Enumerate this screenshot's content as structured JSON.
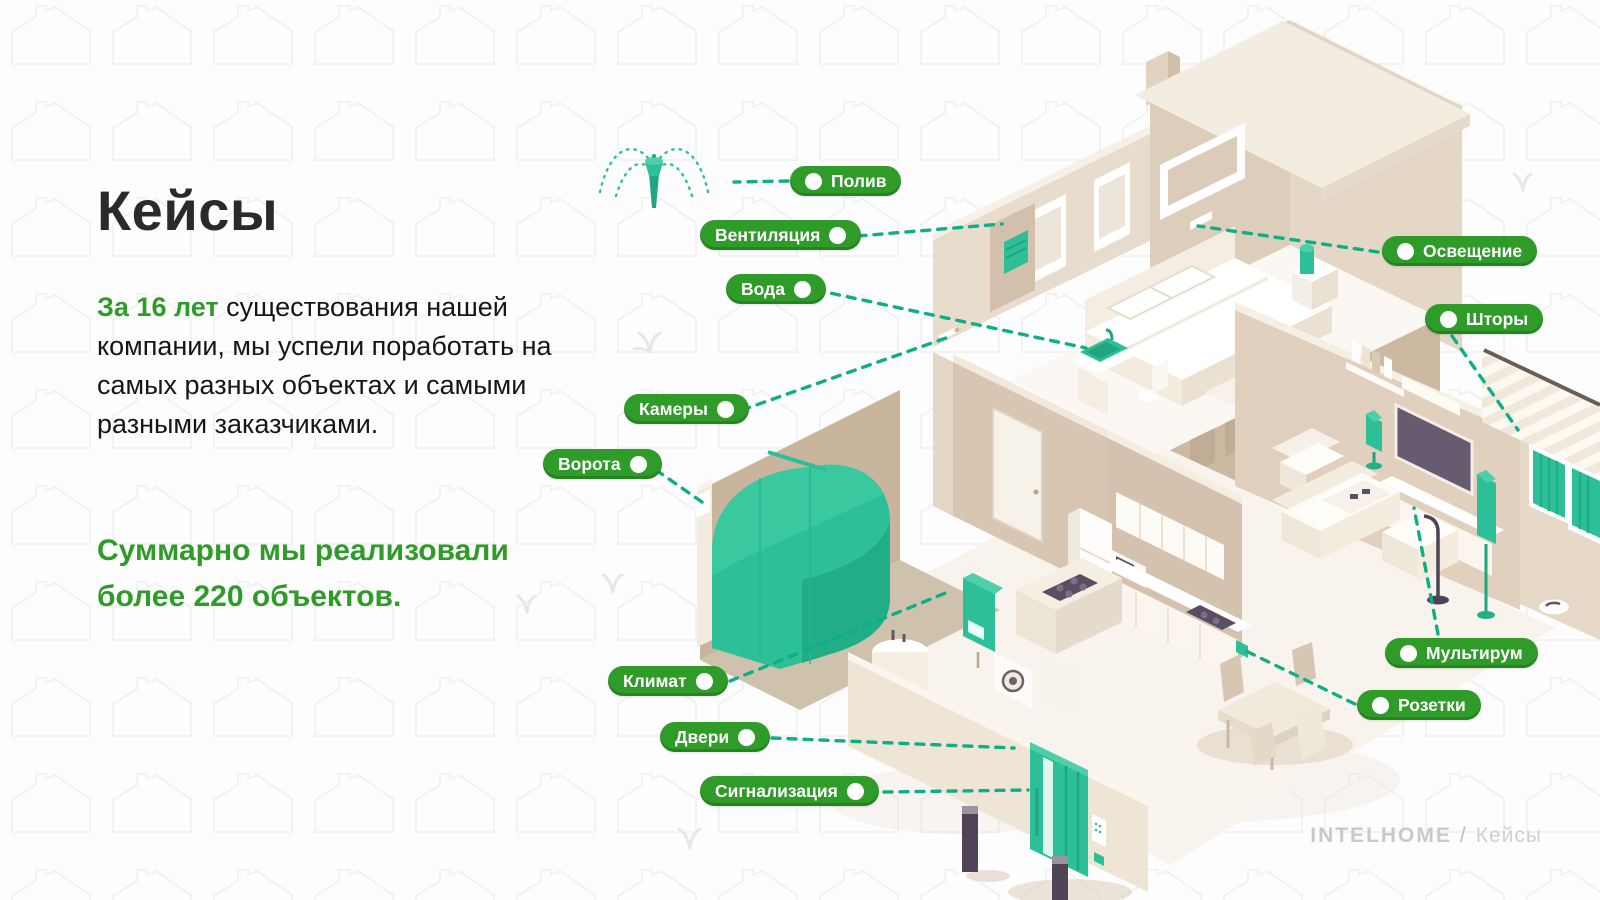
{
  "slide": {
    "title": "Кейсы",
    "intro": {
      "highlight": "За 16 лет",
      "rest": "существования нашей компании, мы успели поработать на самых разных объектах и самыми разными заказчиками."
    },
    "summary": "Суммарно мы реализовали более 220 объектов."
  },
  "callouts": [
    {
      "label": "Полив"
    },
    {
      "label": "Вентиляция"
    },
    {
      "label": "Вода"
    },
    {
      "label": "Камеры"
    },
    {
      "label": "Ворота"
    },
    {
      "label": "Климат"
    },
    {
      "label": "Двери"
    },
    {
      "label": "Сигнализация"
    },
    {
      "label": "Освещение"
    },
    {
      "label": "Шторы"
    },
    {
      "label": "Мультирум"
    },
    {
      "label": "Розетки"
    }
  ],
  "footer": {
    "brand": "INTELHOME",
    "sep": "/",
    "section": "Кейсы"
  },
  "colors": {
    "accent_green": "#2f9b28",
    "teal": "#2dc098",
    "leader_line": "#0fae86",
    "wall_beige": "#ddcdbb",
    "text_dark": "#161614",
    "footer_gray": "#c7c9cb"
  },
  "icons": [
    "sprinkler-icon",
    "house-pattern-icon",
    "grass-tuft-icon"
  ]
}
